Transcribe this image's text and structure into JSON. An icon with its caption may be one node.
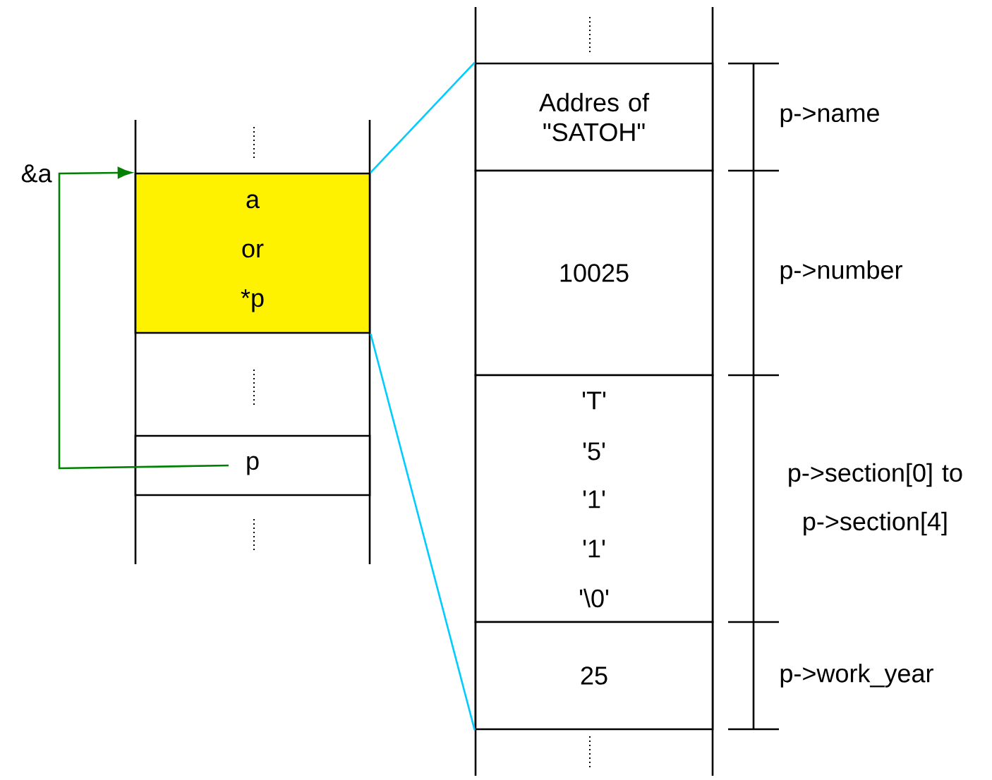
{
  "diagram": {
    "nodes": [
      {
        "text": [
          "a or *p"
        ]
      },
      {
        "text": [
          "p"
        ]
      },
      {
        "text": [
          "Addres of \"SATOH\""
        ]
      },
      {
        "text": [
          "10025"
        ]
      },
      {
        "text": [
          "'T'",
          "'5'",
          "'1'",
          "'1'",
          "'\\0'"
        ]
      },
      {
        "text": [
          "25"
        ]
      }
    ],
    "edges": [
      {
        "from": 1,
        "to": 0,
        "arrow": "to",
        "label": "&a",
        "color": "#008000"
      },
      {
        "from": 0,
        "to": 2,
        "arrow": "none",
        "color": "#00ccff"
      },
      {
        "from": 0,
        "to": 5,
        "arrow": "none",
        "color": "#00ccff"
      }
    ],
    "labels": [
      "p->name",
      "p->number",
      "p->section[0] to p->section[4]",
      "p->work_year"
    ]
  }
}
